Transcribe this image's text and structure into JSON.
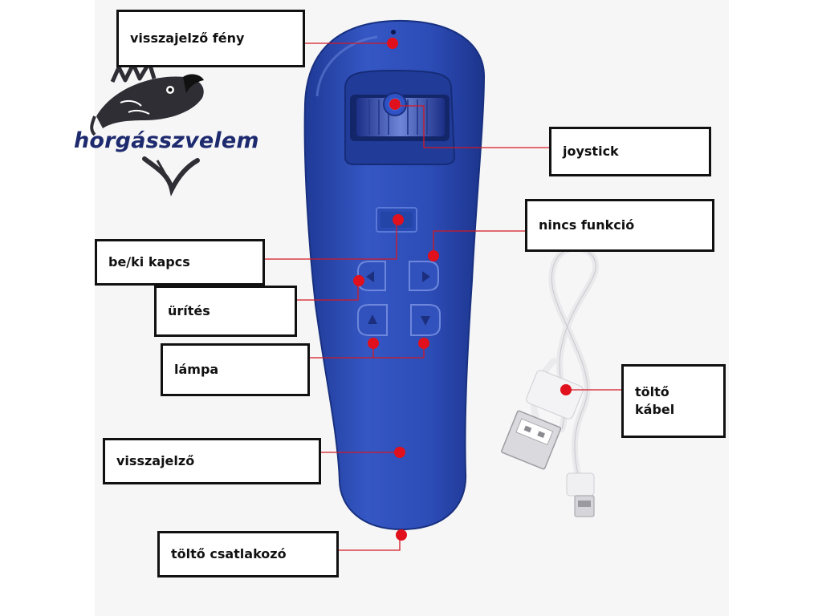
{
  "logo": {
    "text": "horgásszvelem"
  },
  "labels": {
    "indicator_light": "visszajelző fény",
    "joystick": "joystick",
    "no_function": "nincs funkció",
    "on_off_switch": "be/ki kapcs",
    "empty": "ürítés",
    "lamp": "lámpa",
    "charging_cable": "töltő\nkábel",
    "indicator": "visszajelző",
    "charging_connector": "töltő csatlakozó"
  },
  "colors": {
    "device_body": "#2a4bb2",
    "marker_dot": "#e0101c",
    "leader_line": "#d41822",
    "logo_text": "#1d2a6e",
    "box_border": "#111111"
  },
  "icons": [
    "fish-logo-icon",
    "usb-cable-icon",
    "arrow-left-icon",
    "arrow-right-icon",
    "arrow-up-icon",
    "arrow-down-icon"
  ]
}
